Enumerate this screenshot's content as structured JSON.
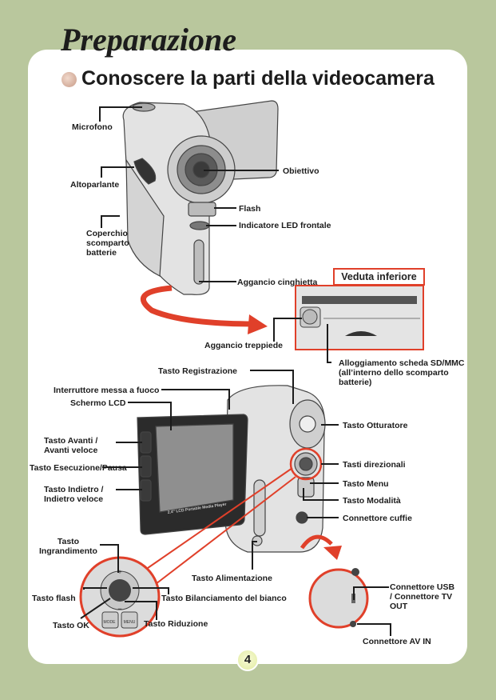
{
  "header": {
    "title": "Preparazione",
    "subtitle": "Conoscere la parti della videocamera"
  },
  "colors": {
    "background": "#b9c79d",
    "card": "#ffffff",
    "accent_red": "#e0402a",
    "text": "#1c1c1c"
  },
  "front_view": {
    "labels": {
      "microfono": "Microfono",
      "altoparlante": "Altoparlante",
      "coperchio": "Coperchio\nscomparto\nbatterie",
      "obiettivo": "Obiettivo",
      "flash": "Flash",
      "led": "Indicatore LED frontale",
      "cinghietta": "Aggancio cinghietta"
    }
  },
  "bottom_view": {
    "badge": "Veduta inferiore",
    "labels": {
      "treppiede": "Aggancio treppiede",
      "sd": "Alloggiamento scheda SD/MMC\n(all’interno dello scomparto\nbatterie)"
    }
  },
  "back_view": {
    "lcd_caption": "2.4\" LCD Portable Media Player",
    "labels": {
      "registrazione": "Tasto Registrazione",
      "fuoco": "Interruttore messa a fuoco",
      "lcd": "Schermo LCD",
      "avanti": "Tasto Avanti /\nAvanti veloce",
      "esecuzione": "Tasto Esecuzione/Pausa",
      "indietro": "Tasto Indietro /\nIndietro veloce",
      "otturatore": "Tasto Otturatore",
      "direzionali": "Tasti direzionali",
      "menu": "Tasto Menu",
      "modalita": "Tasto Modalità",
      "cuffie": "Connettore cuffie",
      "alimentazione": "Tasto Alimentazione"
    }
  },
  "dpad_detail": {
    "button_labels": [
      "MODE",
      "MENU"
    ],
    "labels": {
      "ingrandimento": "Tasto\nIngrandimento",
      "flash": "Tasto flash",
      "bilanciamento": "Tasto Bilanciamento del bianco",
      "ok": "Tasto OK",
      "riduzione": "Tasto Riduzione"
    }
  },
  "side_detail": {
    "labels": {
      "usb": "Connettore USB\n/ Connettore TV\nOUT",
      "avin": "Connettore AV IN"
    }
  },
  "footer": {
    "page_number": "4"
  }
}
